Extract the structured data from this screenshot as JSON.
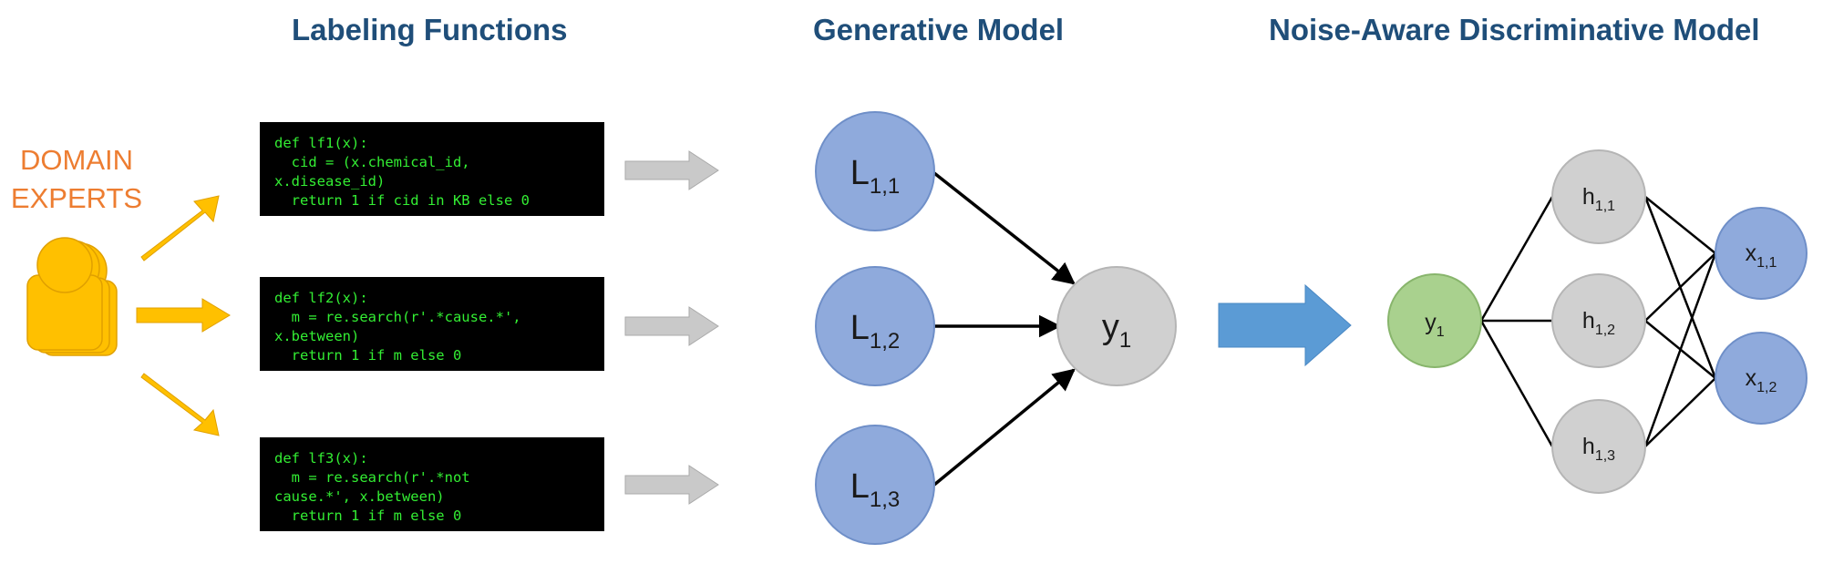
{
  "headings": {
    "labeling_functions": "Labeling Functions",
    "generative_model": "Generative Model",
    "discriminative_model": "Noise-Aware Discriminative Model"
  },
  "experts_label": [
    "DOMAIN",
    "EXPERTS"
  ],
  "labeling_functions": [
    "def lf1(x):\n  cid = (x.chemical_id,\nx.disease_id)\n  return 1 if cid in KB else 0",
    "def lf2(x):\n  m = re.search(r'.*cause.*',\nx.between)\n  return 1 if m else 0",
    "def lf3(x):\n  m = re.search(r'.*not\ncause.*', x.between)\n  return 1 if m else 0"
  ],
  "generative_nodes": {
    "L11": {
      "base": "L",
      "sub": "1,1"
    },
    "L12": {
      "base": "L",
      "sub": "1,2"
    },
    "L13": {
      "base": "L",
      "sub": "1,3"
    },
    "y1": {
      "base": "y",
      "sub": "1"
    }
  },
  "discriminative_nodes": {
    "y1": {
      "base": "y",
      "sub": "1"
    },
    "h11": {
      "base": "h",
      "sub": "1,1"
    },
    "h12": {
      "base": "h",
      "sub": "1,2"
    },
    "h13": {
      "base": "h",
      "sub": "1,3"
    },
    "x11": {
      "base": "x",
      "sub": "1,1"
    },
    "x12": {
      "base": "x",
      "sub": "1,2"
    }
  },
  "colors": {
    "heading": "#1f4e79",
    "experts": "#ed7d31",
    "person_fill": "#ffc000",
    "person_stroke": "#e0a000",
    "arrow_yellow": "#ffc000",
    "arrow_gray": "#c9c9c9",
    "arrow_blue": "#5b9bd5",
    "node_blue": "#8faadc",
    "node_gray": "#d0d0d0",
    "node_green": "#a9d18e",
    "code_bg": "#000000",
    "code_text": "#33ee33"
  }
}
